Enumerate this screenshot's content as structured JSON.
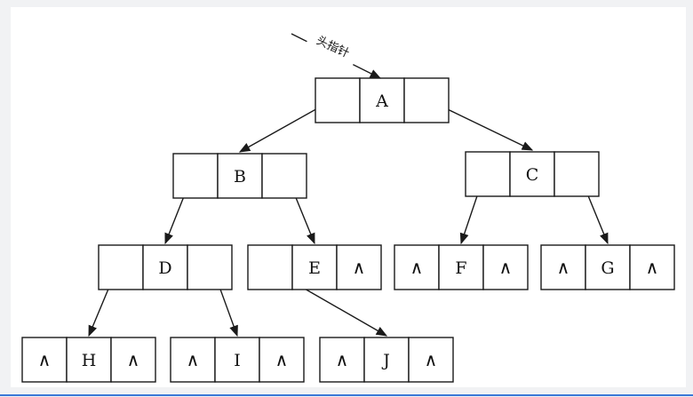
{
  "head_pointer_label": "头指针",
  "null_symbol": "∧",
  "colors": {
    "line": "#1a1a1a",
    "background": "#ffffff",
    "accent": "#3a78d6"
  },
  "nodes": [
    {
      "id": "A",
      "label": "A",
      "left_null": false,
      "right_null": false
    },
    {
      "id": "B",
      "label": "B",
      "left_null": false,
      "right_null": false
    },
    {
      "id": "C",
      "label": "C",
      "left_null": false,
      "right_null": false
    },
    {
      "id": "D",
      "label": "D",
      "left_null": false,
      "right_null": false
    },
    {
      "id": "E",
      "label": "E",
      "left_null": false,
      "right_null": true
    },
    {
      "id": "F",
      "label": "F",
      "left_null": true,
      "right_null": true
    },
    {
      "id": "G",
      "label": "G",
      "left_null": true,
      "right_null": true
    },
    {
      "id": "H",
      "label": "H",
      "left_null": true,
      "right_null": true
    },
    {
      "id": "I",
      "label": "I",
      "left_null": true,
      "right_null": true
    },
    {
      "id": "J",
      "label": "J",
      "left_null": true,
      "right_null": true
    }
  ],
  "edges": [
    {
      "from": "A",
      "side": "left",
      "to": "B"
    },
    {
      "from": "A",
      "side": "right",
      "to": "C"
    },
    {
      "from": "B",
      "side": "left",
      "to": "D"
    },
    {
      "from": "B",
      "side": "right",
      "to": "E"
    },
    {
      "from": "C",
      "side": "left",
      "to": "F"
    },
    {
      "from": "C",
      "side": "right",
      "to": "G"
    },
    {
      "from": "D",
      "side": "left",
      "to": "H"
    },
    {
      "from": "D",
      "side": "right",
      "to": "I"
    },
    {
      "from": "E",
      "side": "left",
      "to": "J"
    }
  ]
}
